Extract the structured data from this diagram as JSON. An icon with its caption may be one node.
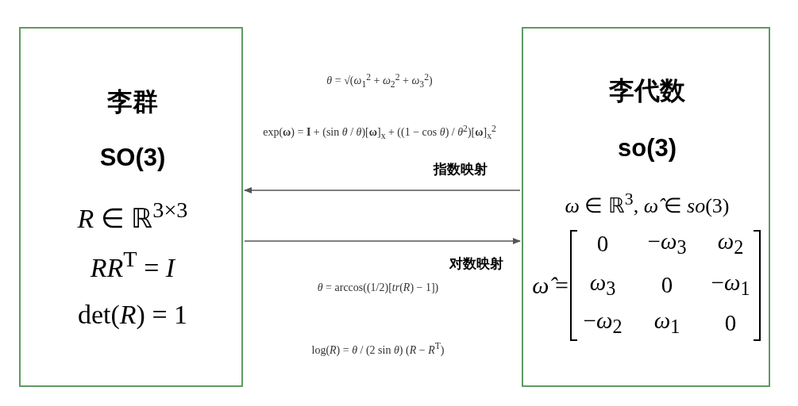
{
  "diagram": {
    "nodes": [
      {
        "text": [
          "李群",
          "SO(3)",
          "*R* ∈ ℝ$^{3×3}$",
          "*RR*$^{T}$ = *I*",
          "det(*R*) = 1"
        ]
      },
      {
        "text": [
          "李代数",
          "so(3)",
          "*ω* ∈ ℝ$^{3}$, *ω̂* ∈ *so*(3)",
          "*ω̂* =",
          "0",
          "−*ω*$_{3}$",
          "*ω*$_{2}$",
          "*ω*$_{3}$",
          "0",
          "−*ω*$_{1}$",
          "−*ω*$_{2}$",
          "*ω*$_{1}$",
          "0"
        ]
      }
    ],
    "edges": [
      {
        "from": 1,
        "to": 0,
        "arrow": "to",
        "label": "指数映射"
      },
      {
        "from": 0,
        "to": 1,
        "arrow": "to",
        "label": "对数映射"
      }
    ],
    "labels": [
      "*θ* = √(*ω*$_{1}$$^{2}$ + *ω*$_{2}$$^{2}$ + *ω*$_{3}$$^{2}$)",
      "exp(**ω**) = **I** + (sin *θ* / *θ*)[**ω**]$_{x}$ + ((1 − cos *θ*) / *θ*$^{2}$)[**ω**]$_{x}$$^{2}$",
      "*θ* = arccos((1/2)[*tr*(*R*) − 1])",
      "log(*R*) = *θ* / (2 sin *θ*) (*R* − *R*$^{T}$)"
    ]
  }
}
